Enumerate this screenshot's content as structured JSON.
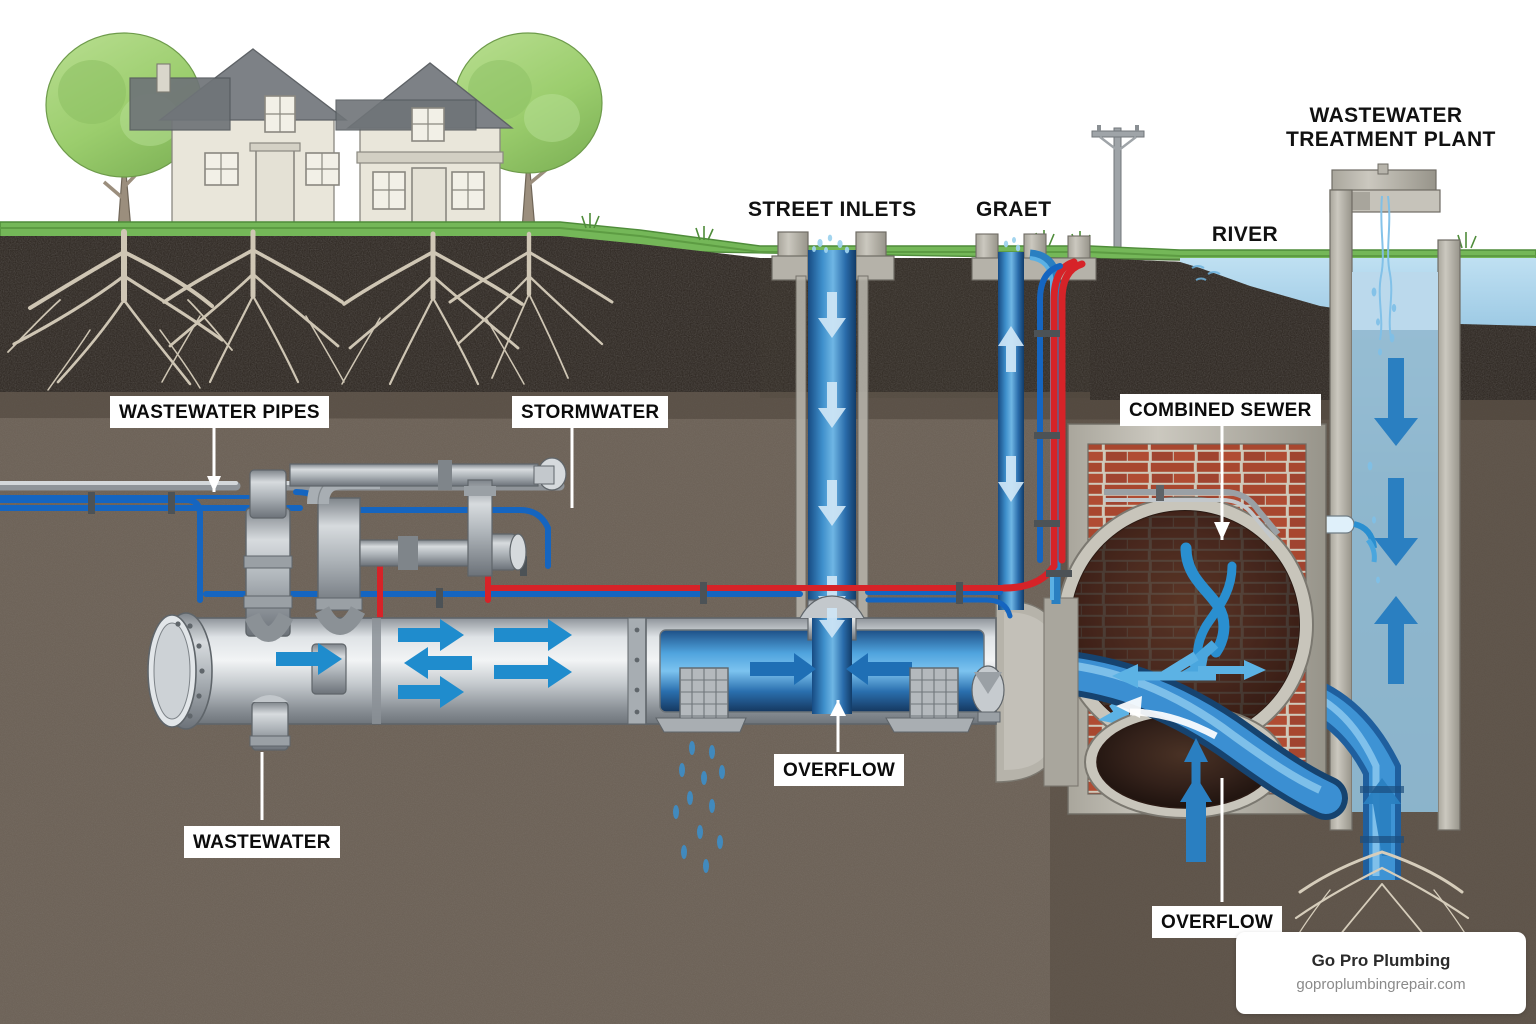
{
  "diagram": {
    "title": "Combined Sewer System Cross-Section",
    "type": "cross-section-infographic"
  },
  "labels": {
    "street_inlets": "STREET INLETS",
    "graet": "GRAET",
    "river": "RIVER",
    "wastewater_treatment_plant_line1": "WASTEWATER",
    "wastewater_treatment_plant_line2": "TREATMENT PLANT",
    "wastewater_pipes": "WASTEWATER PIPES",
    "stormwater": "STORMWATER",
    "combined_sewer": "COMBINED SEWER",
    "overflow_center": "OVERFLOW",
    "overflow_bottom_right": "OVERFLOW",
    "wastewater": "WASTEWATER"
  },
  "watermark": {
    "brand": "Go Pro Plumbing",
    "url": "goproplumbingrepair.com"
  },
  "colors": {
    "sky": "#ffffff",
    "grass": "#74b758",
    "grass_dark": "#4f8c3a",
    "topsoil": "#2b241e",
    "subsoil": "#6b6055",
    "deep_soil": "#8b8070",
    "concrete": "#b9b6ad",
    "concrete_dark": "#8d8a80",
    "brick": "#a6442e",
    "brick_mortar": "#cfcabb",
    "water_blue": "#2a7fc1",
    "water_light": "#9fcbe8",
    "water_deep": "#17548f",
    "arrow_blue": "#1f8ccd",
    "pipe_steel": "#c9cdd1",
    "pipe_steel_dark": "#7e848a",
    "utility_blue": "#1565c0",
    "utility_red": "#d62328",
    "house_wall": "#e9e6da",
    "house_roof": "#7d8186",
    "tree_foliage": "#9ed06f",
    "tree_trunk": "#9b8e7d",
    "label_bg": "#ffffff",
    "label_text": "#0b0b0b"
  },
  "scene_elements": {
    "houses": 2,
    "trees": 3,
    "utility_pole": 1,
    "street_inlet_shafts": 2,
    "grate_shafts": 3,
    "flow_direction_note": "Wastewater flows left to right toward the combined sewer and treatment plant"
  }
}
